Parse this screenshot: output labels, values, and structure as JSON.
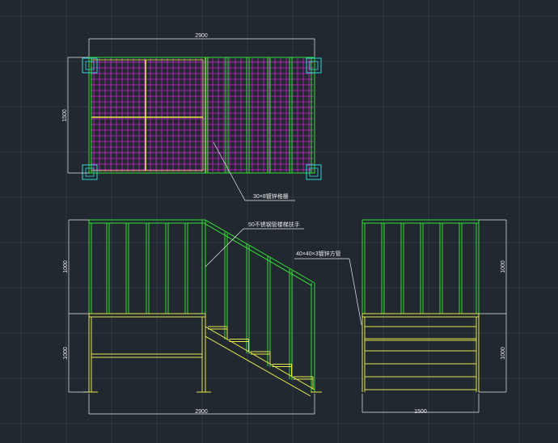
{
  "colors": {
    "background": "#212830",
    "grid": "#2f3944",
    "rail": "#2fe02f",
    "frame": "#e8e84a",
    "grating": "#d21fd2",
    "column_cap": "#2fd6d6",
    "dimension": "#e8e8e8"
  },
  "dimensions": {
    "plan_width": "2900",
    "plan_depth": "1500",
    "rail_height_left": "1000",
    "platform_height_left": "1000",
    "elevation_width": "2900",
    "side_width": "1500",
    "rail_height_right": "1000",
    "platform_height_right": "1000"
  },
  "annotations": {
    "grating": "30×8镀锌格栅",
    "handrail": "50不锈钢管楼梯扶手",
    "square_tube": "40×40×3镀锌方管"
  }
}
